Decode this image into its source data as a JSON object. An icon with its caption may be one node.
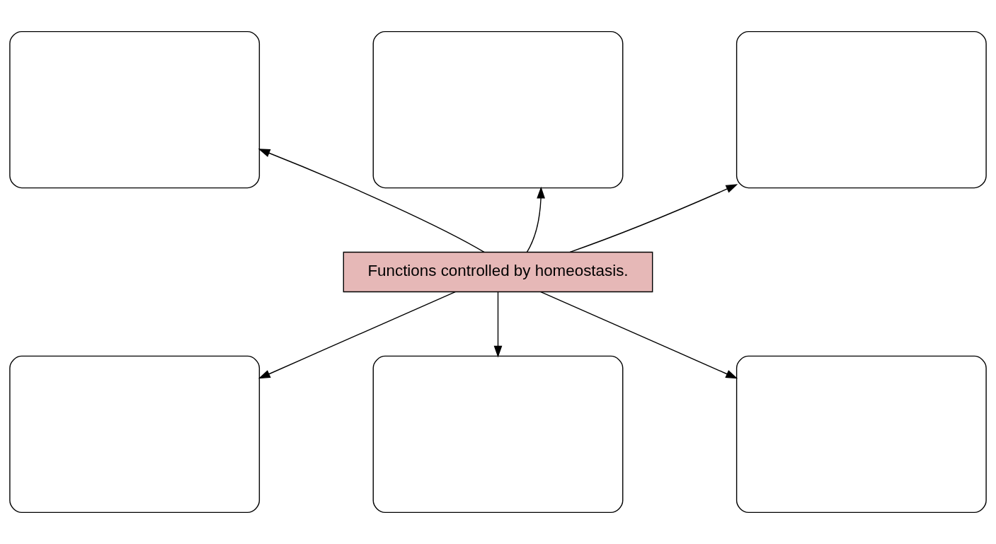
{
  "diagram": {
    "nodes": [
      {
        "text": [],
        "shape": "box"
      },
      {
        "text": [],
        "shape": "box"
      },
      {
        "text": [],
        "shape": "box"
      },
      {
        "text": [
          "Functions controlled by homeostasis."
        ]
      },
      {
        "text": [],
        "shape": "box"
      },
      {
        "text": [],
        "shape": "box"
      },
      {
        "text": [],
        "shape": "box"
      }
    ],
    "edges": [
      {
        "from": 3,
        "to": 0,
        "arrow": "to"
      },
      {
        "from": 3,
        "to": 1,
        "arrow": "to"
      },
      {
        "from": 3,
        "to": 2,
        "arrow": "to"
      },
      {
        "from": 3,
        "to": 4,
        "arrow": "to"
      },
      {
        "from": 3,
        "to": 5,
        "arrow": "to"
      },
      {
        "from": 3,
        "to": 6,
        "arrow": "to"
      }
    ]
  }
}
